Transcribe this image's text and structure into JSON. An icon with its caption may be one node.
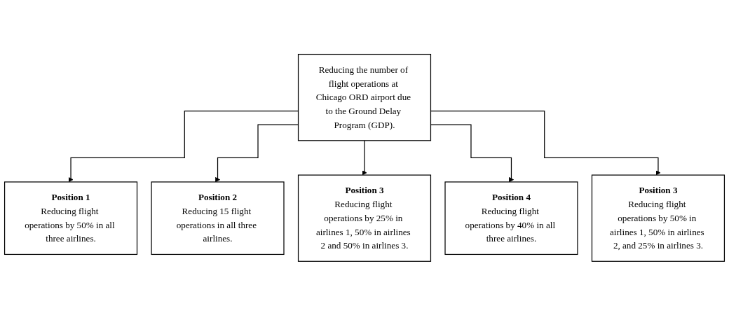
{
  "diagram": {
    "nodes": [
      {
        "text": [
          "Reducing the number of flight operations at Chicago ORD airport due to the Ground Delay Program (GDP)."
        ]
      },
      {
        "text": [
          "Position 1",
          "Reducing flight operations by 50% in all three airlines."
        ]
      },
      {
        "text": [
          "Position 2",
          "Reducing 15 flight operations in all three airlines."
        ]
      },
      {
        "text": [
          "Position 3",
          "Reducing flight operations by 25% in airlines 1, 50% in airlines 2 and 50% in airlines 3."
        ]
      },
      {
        "text": [
          "Position 4",
          "Reducing flight operations by 40% in all three airlines."
        ]
      },
      {
        "text": [
          "Position 3",
          "Reducing flight operations by 50% in airlines 1, 50% in airlines 2, and 25% in airlines 3."
        ]
      }
    ],
    "edges": [
      {
        "from": 0,
        "to": 1,
        "arrow": "to"
      },
      {
        "from": 0,
        "to": 2,
        "arrow": "to"
      },
      {
        "from": 0,
        "to": 3,
        "arrow": "to"
      },
      {
        "from": 0,
        "to": 4,
        "arrow": "to"
      },
      {
        "from": 0,
        "to": 5,
        "arrow": "to"
      }
    ]
  }
}
